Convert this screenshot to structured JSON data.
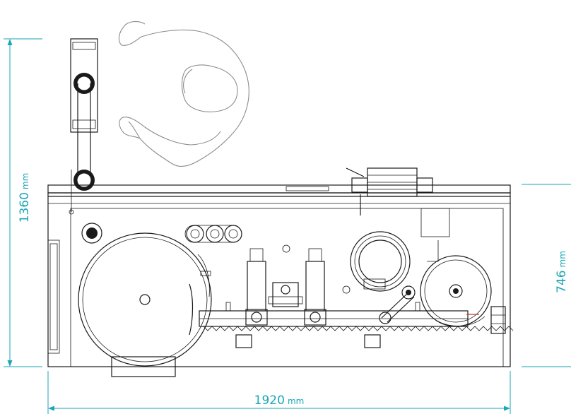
{
  "dimensions": {
    "width": {
      "value": "1920",
      "unit": "mm"
    },
    "height": {
      "value": "1360",
      "unit": "mm"
    },
    "depth": {
      "value": "746",
      "unit": "mm"
    }
  },
  "colors": {
    "dimension": "#1aa6b7",
    "outline": "#1a1a1a",
    "operator": "#8c8c8c",
    "accent_red": "#c0392b"
  }
}
